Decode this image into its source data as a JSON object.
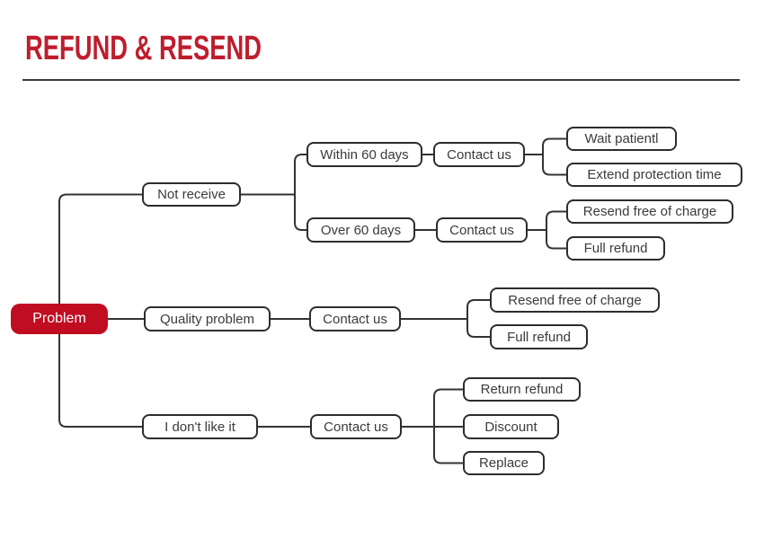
{
  "title": "REFUND & RESEND",
  "colors": {
    "accent_red": "#be1e2d",
    "root_node_red": "#c00d22",
    "line": "#333333",
    "node_border": "#2d2d2d",
    "node_text": "#3b3b3b"
  },
  "diagram": {
    "labels": {
      "problem": "Problem",
      "not_receive": "Not receive",
      "within_60_days": "Within 60 days",
      "contact_us_1": "Contact us",
      "wait_patientl": "Wait patientl",
      "extend_protection_time": "Extend protection time",
      "over_60_days": "Over 60 days",
      "contact_us_2": "Contact us",
      "resend_free_of_charge_1": "Resend free of charge",
      "full_refund_1": "Full refund",
      "quality_problem": "Quality problem",
      "contact_us_3": "Contact us",
      "resend_free_of_charge_2": "Resend free of charge",
      "full_refund_2": "Full refund",
      "i_dont_like_it": "I don't like it",
      "contact_us_4": "Contact us",
      "return_refund": "Return refund",
      "discount": "Discount",
      "replace": "Replace"
    },
    "structure": {
      "root": "Problem",
      "branches": [
        {
          "label": "Not receive",
          "children": [
            {
              "label": "Within 60 days",
              "next": "Contact us",
              "outcomes": [
                "Wait patientl",
                "Extend protection time"
              ]
            },
            {
              "label": "Over 60 days",
              "next": "Contact us",
              "outcomes": [
                "Resend free of charge",
                "Full refund"
              ]
            }
          ]
        },
        {
          "label": "Quality problem",
          "next": "Contact us",
          "outcomes": [
            "Resend free of charge",
            "Full refund"
          ]
        },
        {
          "label": "I don't like it",
          "next": "Contact us",
          "outcomes": [
            "Return refund",
            "Discount",
            "Replace"
          ]
        }
      ]
    }
  }
}
